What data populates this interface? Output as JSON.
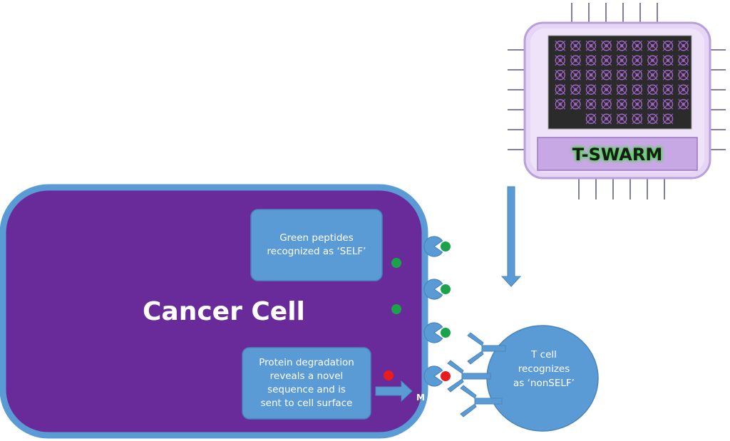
{
  "cell": {
    "title": "Cancer Cell"
  },
  "chip": {
    "title": "T-SWARM",
    "grid_rows": 6,
    "grid_cols": 9,
    "last_row_count": 6
  },
  "self_box": {
    "lines": [
      "Green peptides",
      "recognized as ‘SELF’"
    ]
  },
  "degradation_box": {
    "lines": [
      "Protein degradation",
      "reveals a novel",
      "sequence and is",
      "sent to cell surface"
    ]
  },
  "mutation_label": "M",
  "tcell": {
    "lines": [
      "T cell",
      "recognizes",
      "as ‘nonSELF’"
    ]
  },
  "colors": {
    "cell_fill": "#6a2b9a",
    "cell_border": "#5b9bd5",
    "callout_fill": "#5b9bd5",
    "callout_border": "#4a85b8",
    "self_peptide": "#1aa34a",
    "nonself_peptide": "#e81c1c",
    "chip_body": "#e6d5f5",
    "chip_border": "#b9a0d9",
    "chip_screen": "#2b2b2b",
    "chip_pattern": "#a064c8",
    "chip_pin": "#7f7fa5",
    "arrow": "#5b9bd5"
  }
}
